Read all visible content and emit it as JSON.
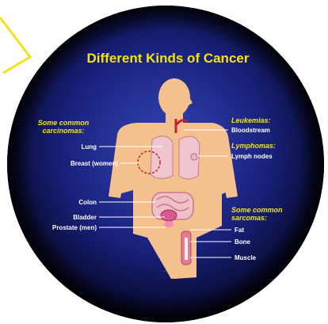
{
  "title": "Different Kinds of Cancer",
  "colors": {
    "title": "#f4e313",
    "category": "#f4e313",
    "label": "#ffffff",
    "background_center": "#2f3fb0",
    "background_edge": "#05072a",
    "skin": "#f4c08e",
    "arrow": "#f2e21b"
  },
  "left_groups": {
    "carcinomas": {
      "heading_line1": "Some common",
      "heading_line2": "carcinomas:",
      "labels": [
        "Lung",
        "Breast (women)",
        "Colon",
        "Bladder",
        "Prostate (men)"
      ]
    }
  },
  "right_groups": {
    "leukemias": {
      "heading": "Leukemias:",
      "labels": [
        "Bloodstream"
      ]
    },
    "lymphomas": {
      "heading": "Lymphomas:",
      "labels": [
        "Lymph nodes"
      ]
    },
    "sarcomas": {
      "heading_line1": "Some common",
      "heading_line2": "sarcomas:",
      "labels": [
        "Fat",
        "Bone",
        "Muscle"
      ]
    }
  }
}
